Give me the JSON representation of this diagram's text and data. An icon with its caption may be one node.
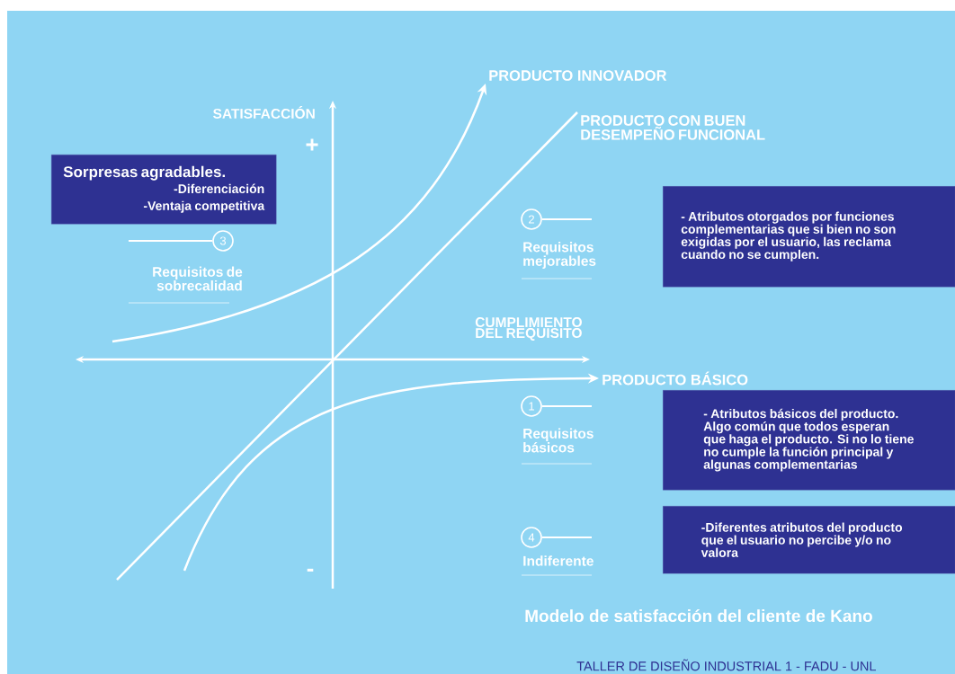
{
  "diagram": {
    "caption": "Modelo de satisfacción del cliente de Kano",
    "nodes": [
      {
        "text": [
          "PRODUCTO INNOVADOR"
        ]
      },
      {
        "text": [
          "PRODUCTO CON BUEN DESEMPEÑO FUNCIONAL"
        ]
      },
      {
        "text": [
          "Sorpresas agradables.",
          "-Diferenciación -Ventaja competitiva"
        ]
      },
      {
        "text": [
          "3"
        ],
        "beside": [
          "Requisitos de sobrecalidad"
        ]
      },
      {
        "text": [
          "2"
        ],
        "beside": [
          "Requisitos mejorables"
        ]
      },
      {
        "text": [
          "- Atributos otorgados por funciones complementarias que si bien no son exigidas por el usuario, las reclama cuando no se cumplen."
        ]
      },
      {
        "text": [
          "PRODUCTO BÁSICO"
        ]
      },
      {
        "text": [
          "1"
        ],
        "beside": [
          "Requisitos básicos"
        ]
      },
      {
        "text": [
          "- Atributos básicos del producto. Algo común que todos esperan que haga el producto. Si no lo tiene no cumple la función principal y algunas complementarias"
        ]
      },
      {
        "text": [
          "4"
        ],
        "beside": [
          "Indiferente"
        ]
      },
      {
        "text": [
          "-Diferentes atributos del producto que el usuario no percibe y/o no valora"
        ]
      }
    ],
    "edges": [
      {
        "from": null,
        "to": 0,
        "arrow": "to"
      },
      {
        "from": null,
        "to": 1,
        "arrow": "none"
      },
      {
        "from": null,
        "to": 6,
        "arrow": "to"
      },
      {
        "from": 3,
        "to": null,
        "arrow": "none"
      },
      {
        "from": 4,
        "to": null,
        "arrow": "none"
      },
      {
        "from": 7,
        "to": null,
        "arrow": "none"
      },
      {
        "from": 9,
        "to": null,
        "arrow": "none"
      }
    ],
    "labels": [
      "SATISFACCIÓN",
      "+",
      "CUMPLIMIENTO DEL REQUISITO",
      "-",
      "TALLER DE DISEÑO INDUSTRIAL 1 - FADU - UNL"
    ]
  }
}
